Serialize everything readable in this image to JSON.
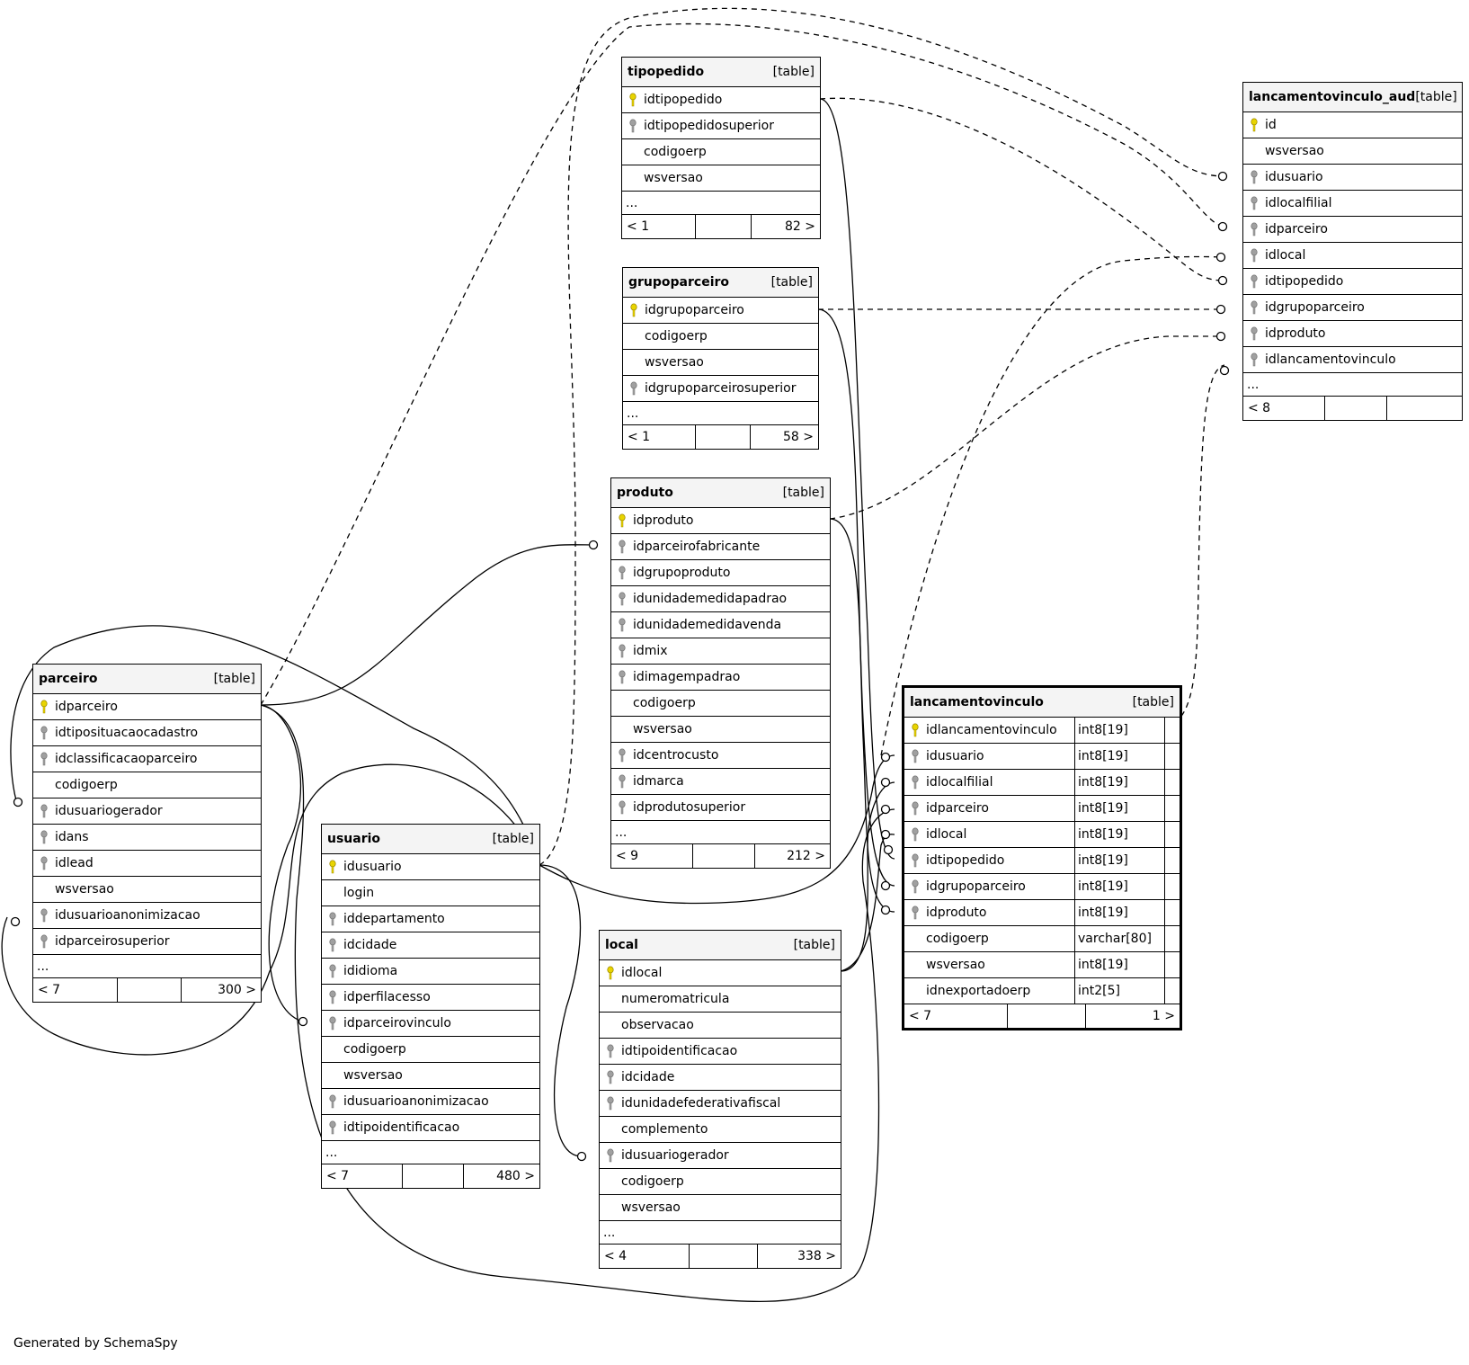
{
  "footer_text": "Generated by SchemaSpy",
  "colors": {
    "primary_key": "#e8d400",
    "foreign_key": "#a0a0a0",
    "line": "#000000",
    "header_bg": "#f4f4f4"
  },
  "tables": {
    "tipopedido": {
      "name": "tipopedido",
      "tag": "[table]",
      "columns": [
        {
          "name": "idtipopedido",
          "key": "pk"
        },
        {
          "name": "idtipopedidosuperior",
          "key": "fk"
        },
        {
          "name": "codigoerp",
          "key": ""
        },
        {
          "name": "wsversao",
          "key": ""
        }
      ],
      "ellipsis": "...",
      "footer": [
        "< 1",
        "",
        "82 >"
      ]
    },
    "grupoparceiro": {
      "name": "grupoparceiro",
      "tag": "[table]",
      "columns": [
        {
          "name": "idgrupoparceiro",
          "key": "pk"
        },
        {
          "name": "codigoerp",
          "key": ""
        },
        {
          "name": "wsversao",
          "key": ""
        },
        {
          "name": "idgrupoparceirosuperior",
          "key": "fk"
        }
      ],
      "ellipsis": "...",
      "footer": [
        "< 1",
        "",
        "58 >"
      ]
    },
    "produto": {
      "name": "produto",
      "tag": "[table]",
      "columns": [
        {
          "name": "idproduto",
          "key": "pk"
        },
        {
          "name": "idparceirofabricante",
          "key": "fk"
        },
        {
          "name": "idgrupoproduto",
          "key": "fk"
        },
        {
          "name": "idunidademedidapadrao",
          "key": "fk"
        },
        {
          "name": "idunidademedidavenda",
          "key": "fk"
        },
        {
          "name": "idmix",
          "key": "fk"
        },
        {
          "name": "idimagempadrao",
          "key": "fk"
        },
        {
          "name": "codigoerp",
          "key": ""
        },
        {
          "name": "wsversao",
          "key": ""
        },
        {
          "name": "idcentrocusto",
          "key": "fk"
        },
        {
          "name": "idmarca",
          "key": "fk"
        },
        {
          "name": "idprodutosuperior",
          "key": "fk"
        }
      ],
      "ellipsis": "...",
      "footer": [
        "< 9",
        "",
        "212 >"
      ]
    },
    "lancamentovinculo_aud": {
      "name": "lancamentovinculo_aud",
      "tag": "[table]",
      "columns": [
        {
          "name": "id",
          "key": "pk"
        },
        {
          "name": "wsversao",
          "key": ""
        },
        {
          "name": "idusuario",
          "key": "fk"
        },
        {
          "name": "idlocalfilial",
          "key": "fk"
        },
        {
          "name": "idparceiro",
          "key": "fk"
        },
        {
          "name": "idlocal",
          "key": "fk"
        },
        {
          "name": "idtipopedido",
          "key": "fk"
        },
        {
          "name": "idgrupoparceiro",
          "key": "fk"
        },
        {
          "name": "idproduto",
          "key": "fk"
        },
        {
          "name": "idlancamentovinculo",
          "key": "fk"
        }
      ],
      "ellipsis": "...",
      "footer": [
        "< 8",
        "",
        ""
      ]
    },
    "parceiro": {
      "name": "parceiro",
      "tag": "[table]",
      "columns": [
        {
          "name": "idparceiro",
          "key": "pk"
        },
        {
          "name": "idtiposituacaocadastro",
          "key": "fk"
        },
        {
          "name": "idclassificacaoparceiro",
          "key": "fk"
        },
        {
          "name": "codigoerp",
          "key": ""
        },
        {
          "name": "idusuariogerador",
          "key": "fk"
        },
        {
          "name": "idans",
          "key": "fk"
        },
        {
          "name": "idlead",
          "key": "fk"
        },
        {
          "name": "wsversao",
          "key": ""
        },
        {
          "name": "idusuarioanonimizacao",
          "key": "fk"
        },
        {
          "name": "idparceirosuperior",
          "key": "fk"
        }
      ],
      "ellipsis": "...",
      "footer": [
        "< 7",
        "",
        "300 >"
      ]
    },
    "usuario": {
      "name": "usuario",
      "tag": "[table]",
      "columns": [
        {
          "name": "idusuario",
          "key": "pk"
        },
        {
          "name": "login",
          "key": ""
        },
        {
          "name": "iddepartamento",
          "key": "fk"
        },
        {
          "name": "idcidade",
          "key": "fk"
        },
        {
          "name": "ididioma",
          "key": "fk"
        },
        {
          "name": "idperfilacesso",
          "key": "fk"
        },
        {
          "name": "idparceirovinculo",
          "key": "fk"
        },
        {
          "name": "codigoerp",
          "key": ""
        },
        {
          "name": "wsversao",
          "key": ""
        },
        {
          "name": "idusuarioanonimizacao",
          "key": "fk"
        },
        {
          "name": "idtipoidentificacao",
          "key": "fk"
        }
      ],
      "ellipsis": "...",
      "footer": [
        "< 7",
        "",
        "480 >"
      ]
    },
    "local": {
      "name": "local",
      "tag": "[table]",
      "columns": [
        {
          "name": "idlocal",
          "key": "pk"
        },
        {
          "name": "numeromatricula",
          "key": ""
        },
        {
          "name": "observacao",
          "key": ""
        },
        {
          "name": "idtipoidentificacao",
          "key": "fk"
        },
        {
          "name": "idcidade",
          "key": "fk"
        },
        {
          "name": "idunidadefederativafiscal",
          "key": "fk"
        },
        {
          "name": "complemento",
          "key": ""
        },
        {
          "name": "idusuariogerador",
          "key": "fk"
        },
        {
          "name": "codigoerp",
          "key": ""
        },
        {
          "name": "wsversao",
          "key": ""
        }
      ],
      "ellipsis": "...",
      "footer": [
        "< 4",
        "",
        "338 >"
      ]
    },
    "lancamentovinculo": {
      "name": "lancamentovinculo",
      "tag": "[table]",
      "columns": [
        {
          "name": "idlancamentovinculo",
          "key": "pk",
          "type": "int8[19]"
        },
        {
          "name": "idusuario",
          "key": "fk",
          "type": "int8[19]"
        },
        {
          "name": "idlocalfilial",
          "key": "fk",
          "type": "int8[19]"
        },
        {
          "name": "idparceiro",
          "key": "fk",
          "type": "int8[19]"
        },
        {
          "name": "idlocal",
          "key": "fk",
          "type": "int8[19]"
        },
        {
          "name": "idtipopedido",
          "key": "fk",
          "type": "int8[19]"
        },
        {
          "name": "idgrupoparceiro",
          "key": "fk",
          "type": "int8[19]"
        },
        {
          "name": "idproduto",
          "key": "fk",
          "type": "int8[19]"
        },
        {
          "name": "codigoerp",
          "key": "",
          "type": "varchar[80]"
        },
        {
          "name": "wsversao",
          "key": "",
          "type": "int8[19]"
        },
        {
          "name": "idnexportadoerp",
          "key": "",
          "type": "int2[5]"
        }
      ],
      "footer": [
        "< 7",
        "",
        "1 >"
      ]
    }
  }
}
